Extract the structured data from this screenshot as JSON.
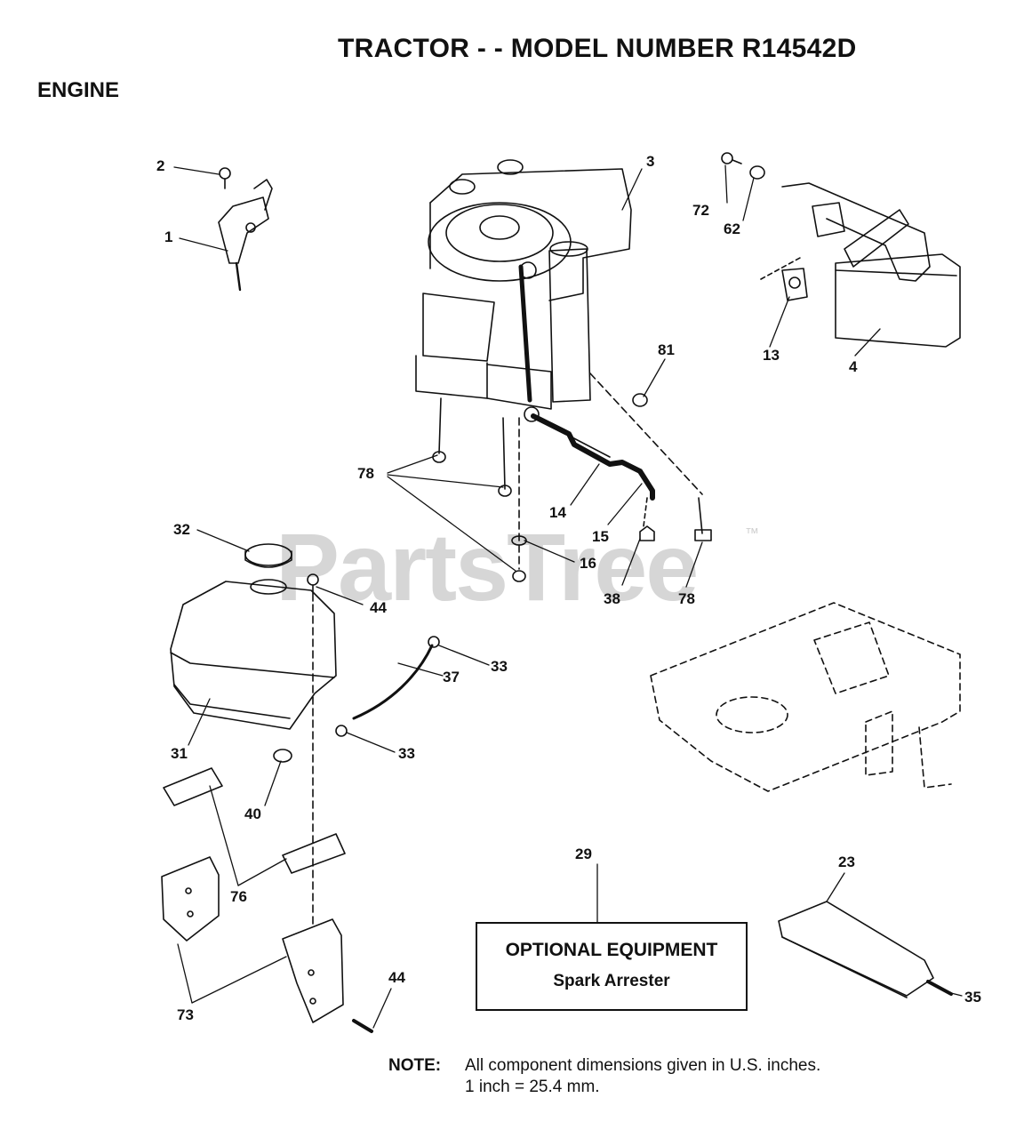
{
  "header": {
    "title": "TRACTOR - - MODEL NUMBER R14542D",
    "section": "ENGINE"
  },
  "watermark": {
    "text": "PartsTree",
    "tm": "™"
  },
  "callouts": {
    "c1": "1",
    "c2": "2",
    "c3": "3",
    "c4": "4",
    "c13": "13",
    "c14": "14",
    "c15": "15",
    "c16": "16",
    "c23": "23",
    "c29": "29",
    "c31": "31",
    "c32": "32",
    "c33a": "33",
    "c33b": "33",
    "c35": "35",
    "c37": "37",
    "c38": "38",
    "c40": "40",
    "c44a": "44",
    "c44b": "44",
    "c62": "62",
    "c72": "72",
    "c73": "73",
    "c76": "76",
    "c78a": "78",
    "c78b": "78",
    "c81": "81"
  },
  "optional_box": {
    "heading": "OPTIONAL EQUIPMENT",
    "subtext": "Spark Arrester"
  },
  "note": {
    "label": "NOTE:",
    "line1": "All component dimensions given in U.S. inches.",
    "line2": "1 inch = 25.4 mm."
  }
}
